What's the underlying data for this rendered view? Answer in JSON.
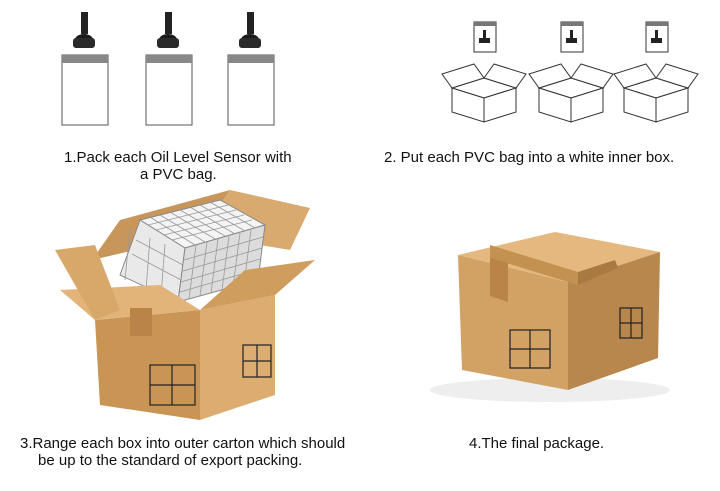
{
  "steps": [
    {
      "caption_line1": "1.Pack each Oil Level Sensor with",
      "caption_line2": "a PVC bag.",
      "icon": "sensor-in-pvc-bag"
    },
    {
      "caption_line1": "2. Put each PVC bag into a white inner box.",
      "icon": "inner-box"
    },
    {
      "caption_line1": "3.Range each box into outer carton which should",
      "caption_line2": "be up to the standard of export packing.",
      "icon": "open-carton"
    },
    {
      "caption_line1": "4.The final package.",
      "icon": "closed-carton"
    }
  ],
  "colors": {
    "cardboard": "#d6a468",
    "cardboard_dark": "#b98445",
    "tape": "#c4924f"
  }
}
